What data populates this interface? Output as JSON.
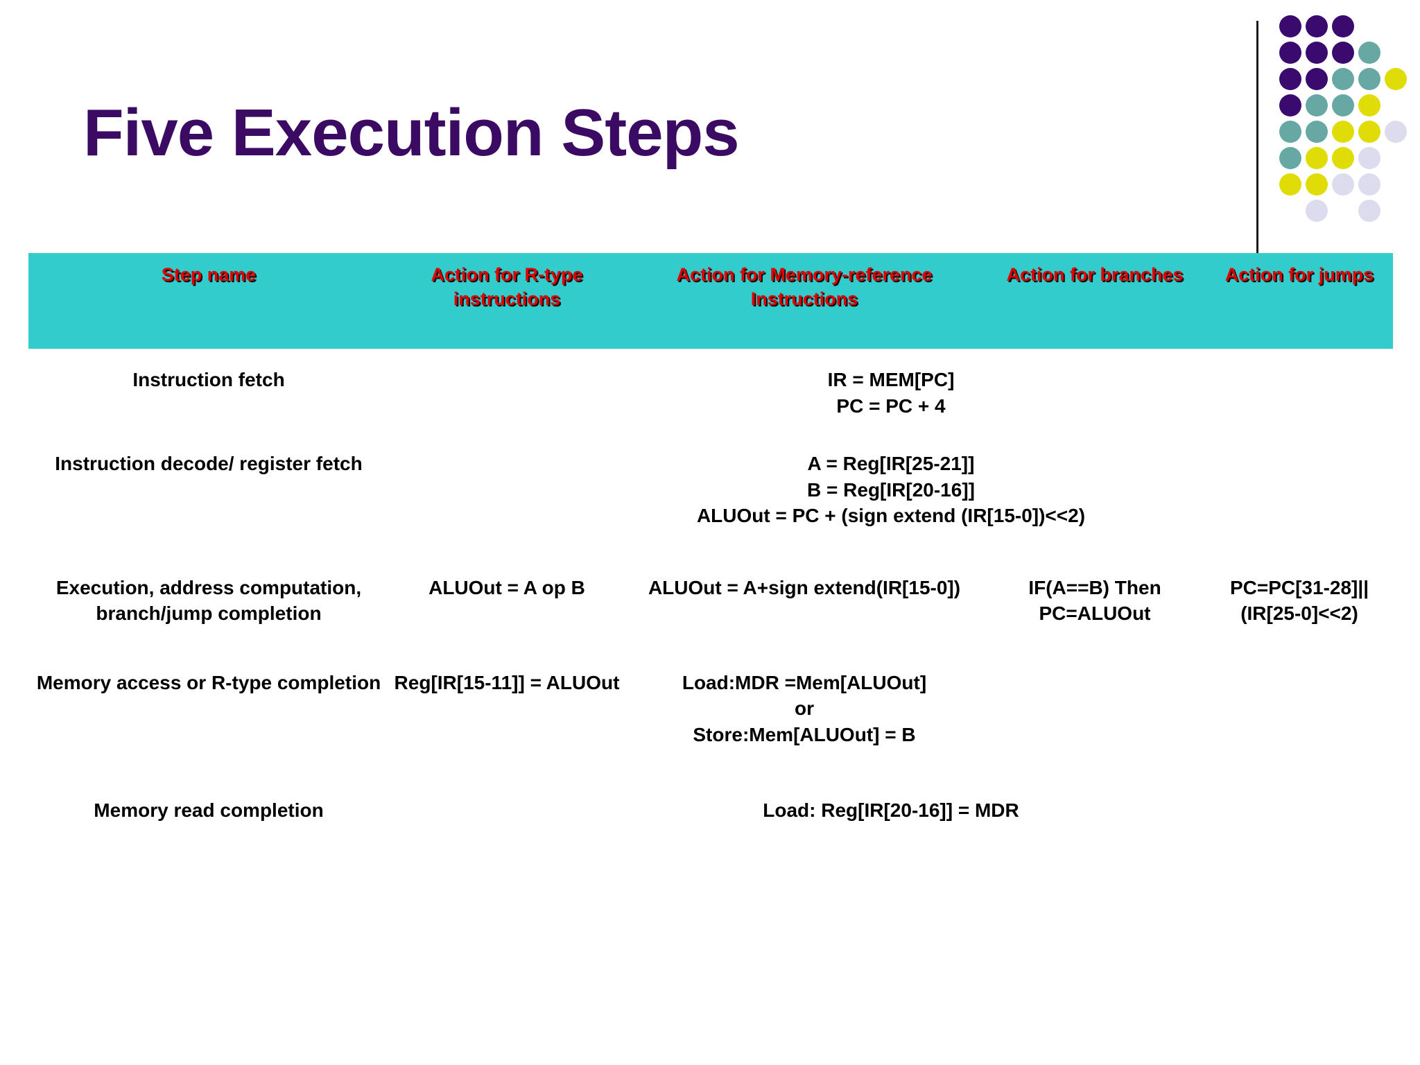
{
  "slide": {
    "title": "Five Execution Steps",
    "title_color": "#3B0B63",
    "header_band_color": "#33CCCC",
    "header_text_color": "#E00000",
    "body_text_color": "#000000",
    "background_color": "#FFFFFF"
  },
  "logo": {
    "name": "dot-grid-logo",
    "colors": {
      "purple": "#3A0A6E",
      "teal": "#67A8A5",
      "yellow": "#E0DC08",
      "lavender": "#DCDCEE"
    },
    "grid": [
      [
        "purple",
        "purple",
        "purple",
        "",
        ""
      ],
      [
        "purple",
        "purple",
        "purple",
        "teal",
        ""
      ],
      [
        "purple",
        "purple",
        "teal",
        "teal",
        "yellow"
      ],
      [
        "purple",
        "teal",
        "teal",
        "yellow",
        ""
      ],
      [
        "teal",
        "teal",
        "yellow",
        "yellow",
        "lavender"
      ],
      [
        "teal",
        "yellow",
        "yellow",
        "lavender",
        ""
      ],
      [
        "yellow",
        "yellow",
        "lavender",
        "lavender",
        ""
      ],
      [
        "",
        "lavender",
        "",
        "lavender",
        ""
      ]
    ]
  },
  "table": {
    "headers": [
      "Step name",
      "Action for R-type instructions",
      "Action for Memory-reference Instructions",
      "Action for branches",
      "Action for jumps"
    ],
    "rows": [
      {
        "step_name": "Instruction fetch",
        "r_type": "",
        "memory_reference": [
          "IR = MEM[PC]",
          "PC = PC + 4"
        ],
        "branches": "",
        "jumps": "",
        "layout": "centered-span"
      },
      {
        "step_name": "Instruction decode/ register fetch",
        "r_type": "",
        "memory_reference": [
          "A = Reg[IR[25-21]]",
          "B = Reg[IR[20-16]]",
          "ALUOut =  PC + (sign extend (IR[15-0])<<2)"
        ],
        "branches": "",
        "jumps": "",
        "layout": "centered-span"
      },
      {
        "step_name": "Execution, address computation, branch/jump completion",
        "r_type": "ALUOut = A op B",
        "memory_reference": [
          "ALUOut = A+sign extend(IR[15-0])"
        ],
        "branches": "IF(A==B) Then PC=ALUOut",
        "jumps": "PC=PC[31-28]||(IR[25-0]<<2)",
        "layout": "columns"
      },
      {
        "step_name": "Memory access or R-type completion",
        "r_type": "Reg[IR[15-11]] = ALUOut",
        "memory_reference": [
          "Load:MDR =Mem[ALUOut]",
          "or",
          "Store:Mem[ALUOut] = B"
        ],
        "branches": "",
        "jumps": "",
        "layout": "columns"
      },
      {
        "step_name": "Memory read completion",
        "r_type": "",
        "memory_reference": [
          "Load: Reg[IR[20-16]] = MDR"
        ],
        "branches": "",
        "jumps": "",
        "layout": "centered-span"
      }
    ]
  }
}
